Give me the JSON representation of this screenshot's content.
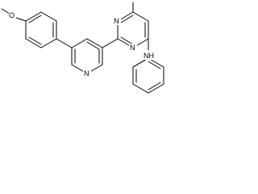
{
  "diagram": {
    "atoms": {
      "oxygen": "O",
      "pyridine_n": "N",
      "pyrimidine_n_top": "N",
      "pyrimidine_n_lower": "N",
      "amine": "NH"
    },
    "colors": {
      "bond": "#000000",
      "label": "#000000",
      "background": "#ffffff"
    }
  }
}
